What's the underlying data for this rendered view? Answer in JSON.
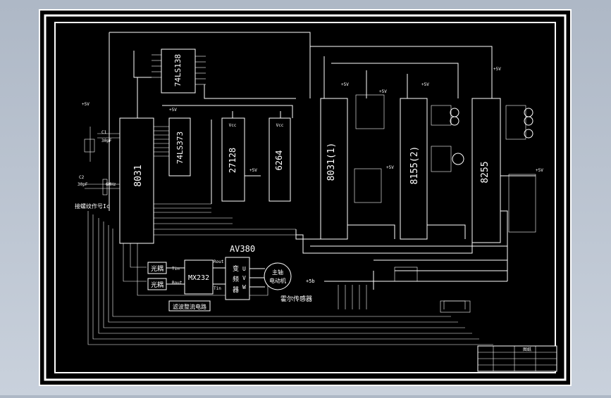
{
  "chips": {
    "ls138": "74LS138",
    "cpu": "8031",
    "latch": "74LS373",
    "eprom": "27128",
    "sram": "6264",
    "cpu2": "8031(1)",
    "pio1": "8155(2)",
    "ppi": "8255",
    "mx": "MX232",
    "inverter_model": "AV380"
  },
  "labels": {
    "optocoupler_1": "光耦",
    "optocoupler_2": "光耦",
    "inverter": [
      "变",
      "频",
      "器"
    ],
    "inverter_pins": [
      "U",
      "V",
      "W"
    ],
    "motor": [
      "主轴",
      "电动机"
    ],
    "hall_sensor": "霍尔传感器",
    "filter_circuit": "滤波整流电路",
    "thread_signal": "接螺纹作号Ic",
    "rout": "Rout",
    "tin": "Tin",
    "vcc": "Vcc",
    "plus5v": "+5V",
    "plus5b": "+5b",
    "c1": "C1",
    "c1_val": "30pF",
    "c2": "C2",
    "c2_val": "30pF",
    "crystal": "6MHz",
    "title_block": "图纸"
  },
  "colors": {
    "frame_bg": "#000000",
    "line": "#ffffff",
    "outer": "#b6bfcc"
  }
}
